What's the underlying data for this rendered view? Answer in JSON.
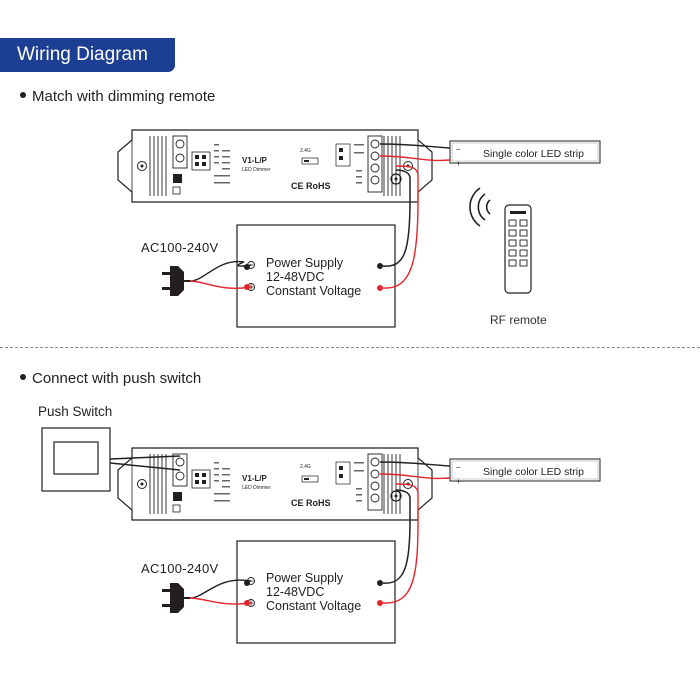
{
  "header": {
    "title": "Wiring Diagram"
  },
  "sections": [
    {
      "label": "Match with dimming remote",
      "ac_label": "AC100-240V",
      "power_supply": [
        "Power Supply",
        "12-48VDC",
        "Constant Voltage"
      ],
      "strip_label": "Single color LED strip",
      "remote_label": "RF remote",
      "dimmer": {
        "model": "V1-L/P",
        "subtitle": "LED Dimmer",
        "freq": "2.4G",
        "cert": "CE RoHS"
      }
    },
    {
      "label": "Connect with push switch",
      "ac_label": "AC100-240V",
      "power_supply": [
        "Power Supply",
        "12-48VDC",
        "Constant Voltage"
      ],
      "strip_label": "Single color LED strip",
      "switch_label": "Push Switch",
      "dimmer": {
        "model": "V1-L/P",
        "subtitle": "LED Dimmer",
        "freq": "2.4G",
        "cert": "CE RoHS"
      }
    }
  ],
  "colors": {
    "header_bg": "#1c3f94",
    "wire_black": "#231f20",
    "wire_red": "#e3262b"
  },
  "icons": [
    "plug-icon",
    "remote-icon",
    "wireless-signal-icon",
    "push-switch-icon"
  ]
}
